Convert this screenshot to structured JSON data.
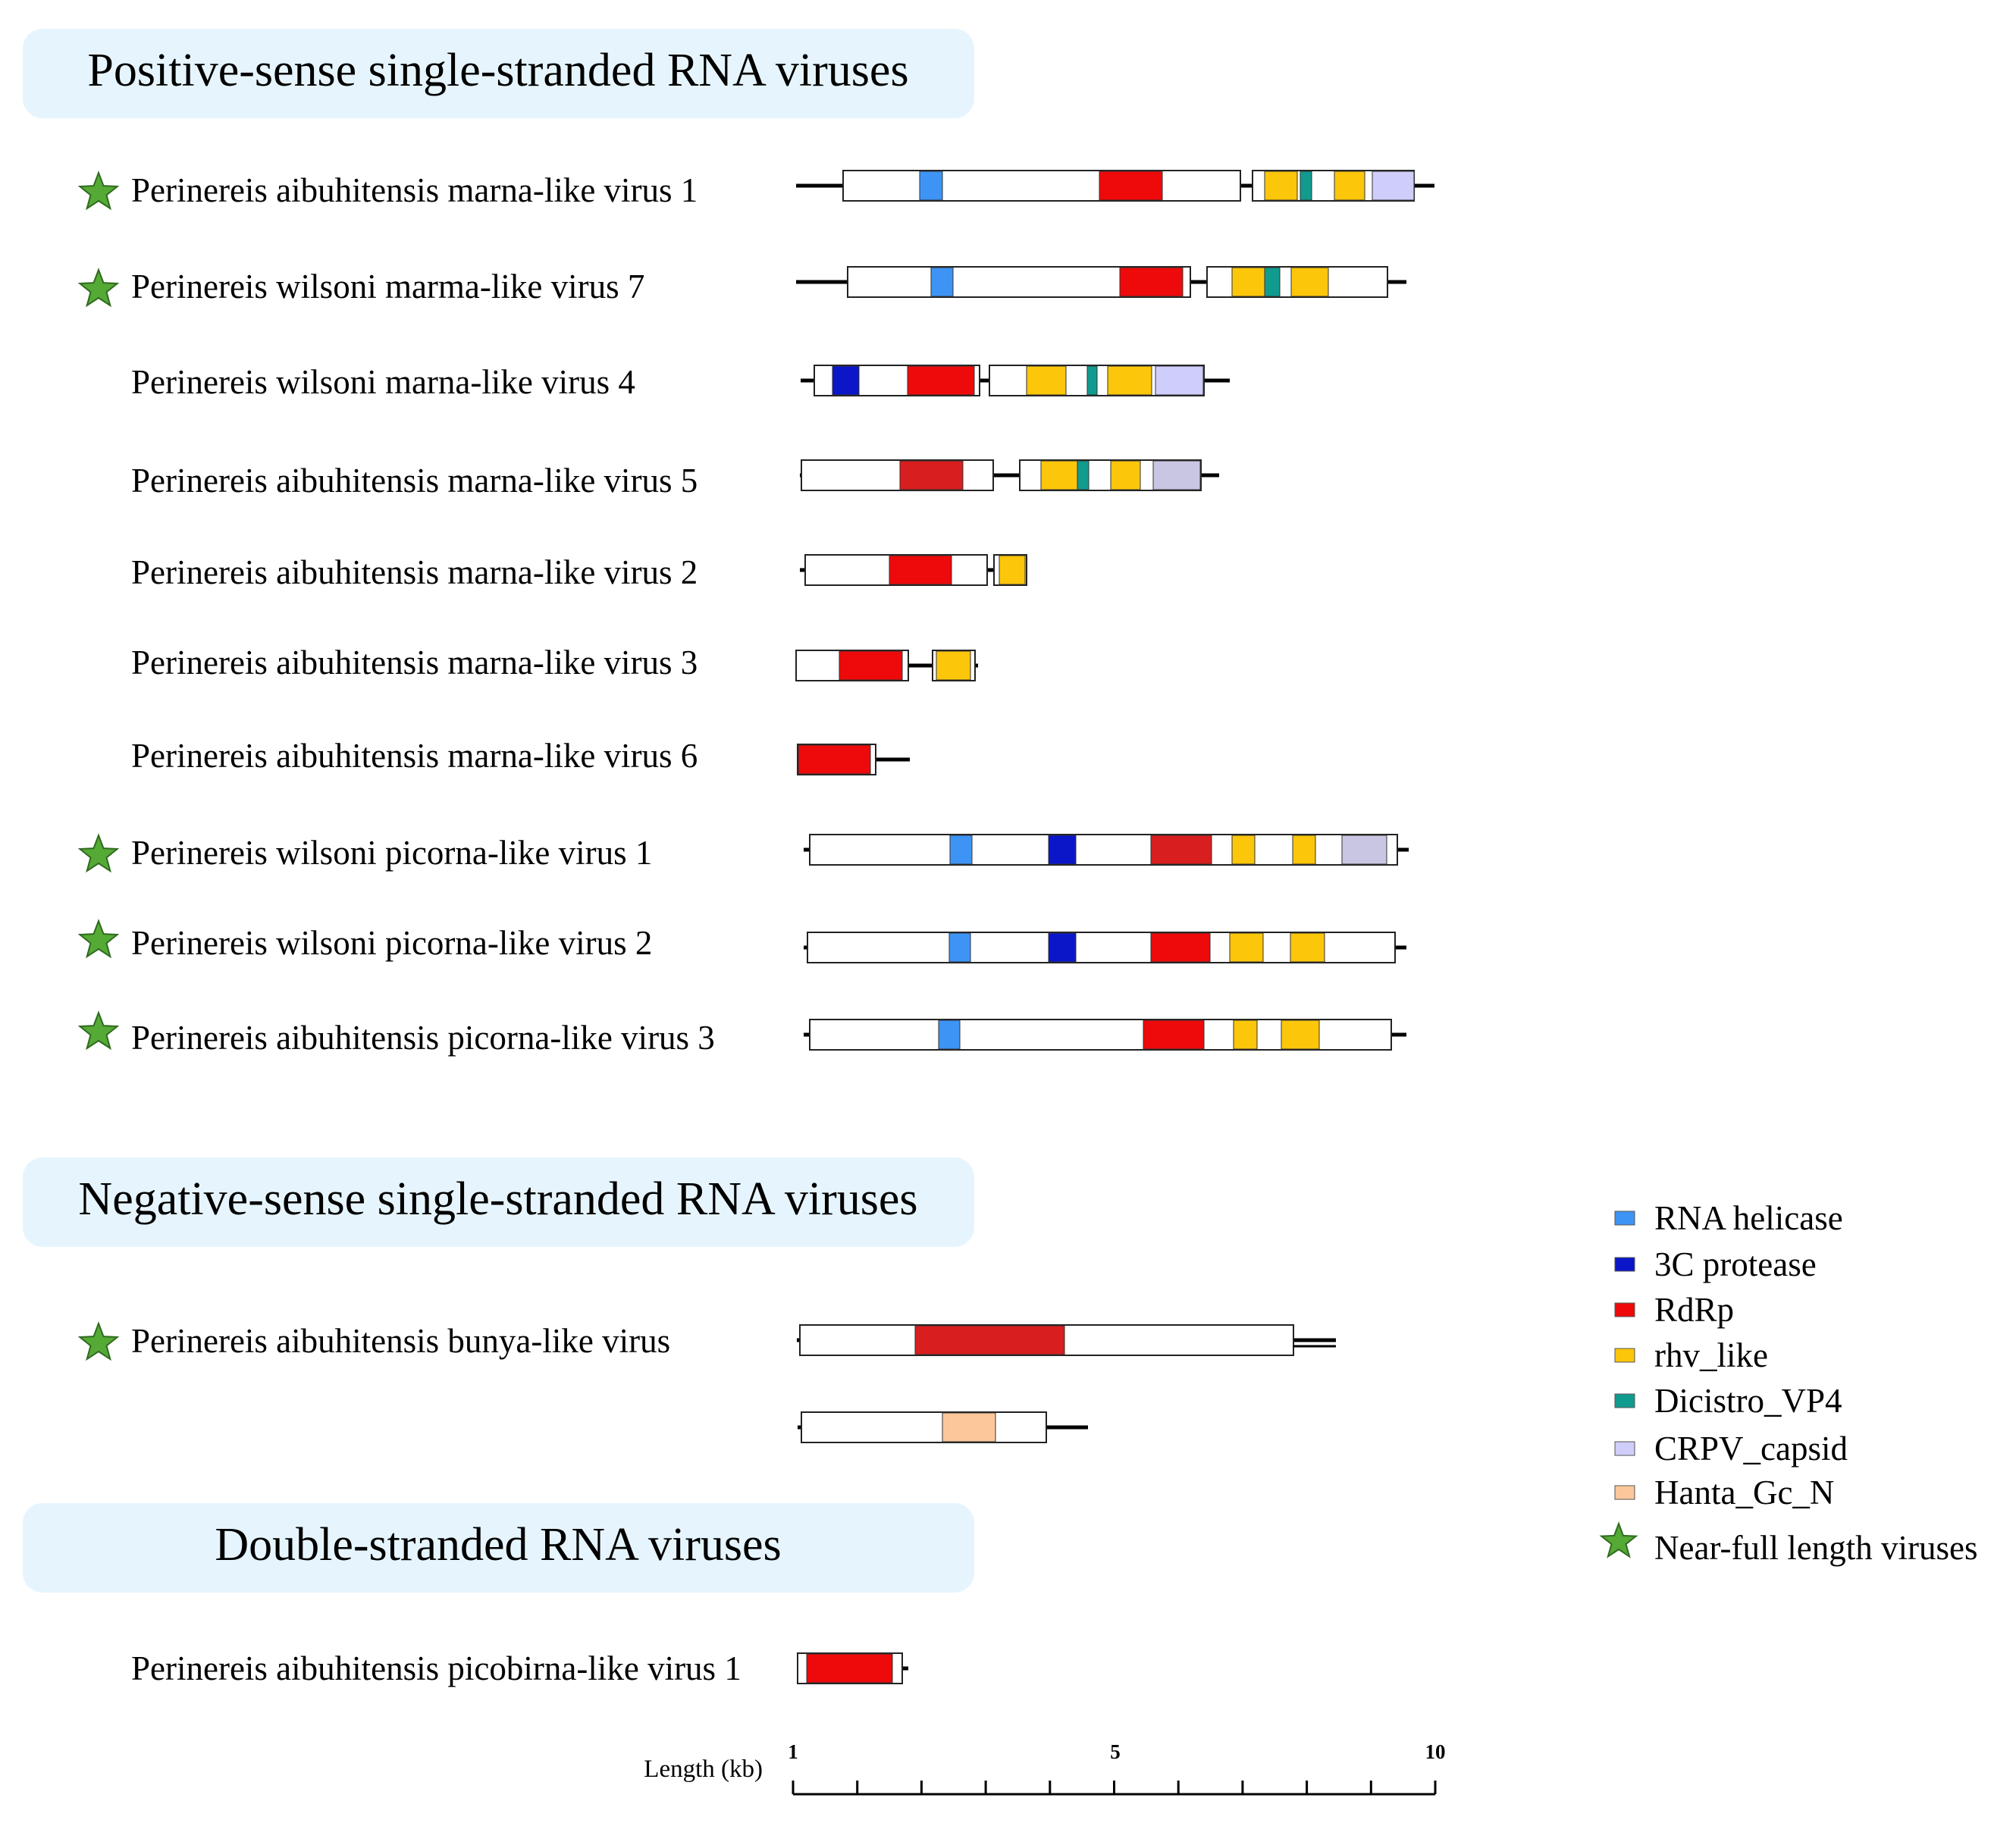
{
  "colors": {
    "rna_helicase": "#3d94f5",
    "protease_3c": "#0a16c8",
    "rdrp": "#ee0a0a",
    "rdrp_dark": "#d81e1e",
    "rhv_like": "#fcc60a",
    "dicistro_vp4": "#119b8f",
    "crpv_capsid": "#cfcdfa",
    "crpv_capsid_grey": "#c8c6e2",
    "hanta_gc_n": "#fcc79a",
    "star": "#55aa35",
    "header_bg": "#e6f5fd"
  },
  "sections": [
    {
      "title": "Positive-sense single-stranded RNA viruses"
    },
    {
      "title": "Negative-sense single-stranded RNA viruses"
    },
    {
      "title": "Double-stranded RNA viruses"
    }
  ],
  "viruses": [
    {
      "name": "Perinereis aibuhitensis marna-like virus 1",
      "near_full": true
    },
    {
      "name": "Perinereis wilsoni marma-like virus 7",
      "near_full": true
    },
    {
      "name": "Perinereis wilsoni marna-like virus 4",
      "near_full": false
    },
    {
      "name": "Perinereis aibuhitensis marna-like virus 5",
      "near_full": false
    },
    {
      "name": "Perinereis aibuhitensis marna-like virus 2",
      "near_full": false
    },
    {
      "name": "Perinereis aibuhitensis marna-like virus 3",
      "near_full": false
    },
    {
      "name": "Perinereis aibuhitensis marna-like virus 6",
      "near_full": false
    },
    {
      "name": "Perinereis wilsoni picorna-like virus 1",
      "near_full": true
    },
    {
      "name": "Perinereis wilsoni picorna-like virus 2",
      "near_full": true
    },
    {
      "name": "Perinereis aibuhitensis picorna-like virus 3",
      "near_full": true
    },
    {
      "name": "Perinereis aibuhitensis bunya-like virus",
      "near_full": true
    },
    {
      "name": "Perinereis aibuhitensis picobirna-like virus 1",
      "near_full": false
    }
  ],
  "legend": [
    {
      "label": "RNA helicase",
      "color": "#3d94f5",
      "icon": "swatch"
    },
    {
      "label": "3C protease",
      "color": "#0a16c8",
      "icon": "swatch"
    },
    {
      "label": "RdRp",
      "color": "#ee0a0a",
      "icon": "swatch"
    },
    {
      "label": "rhv_like",
      "color": "#fcc60a",
      "icon": "swatch"
    },
    {
      "label": "Dicistro_VP4",
      "color": "#119b8f",
      "icon": "swatch"
    },
    {
      "label": "CRPV_capsid",
      "color": "#cfcdfa",
      "icon": "swatch"
    },
    {
      "label": "Hanta_Gc_N",
      "color": "#fcc79a",
      "icon": "swatch"
    },
    {
      "label": "Near-full length viruses",
      "color": "#55aa35",
      "icon": "star-icon"
    }
  ],
  "axis": {
    "label": "Length (kb)",
    "tick_labels": [
      "1",
      "5",
      "10"
    ],
    "range_kb": [
      1,
      10
    ]
  }
}
